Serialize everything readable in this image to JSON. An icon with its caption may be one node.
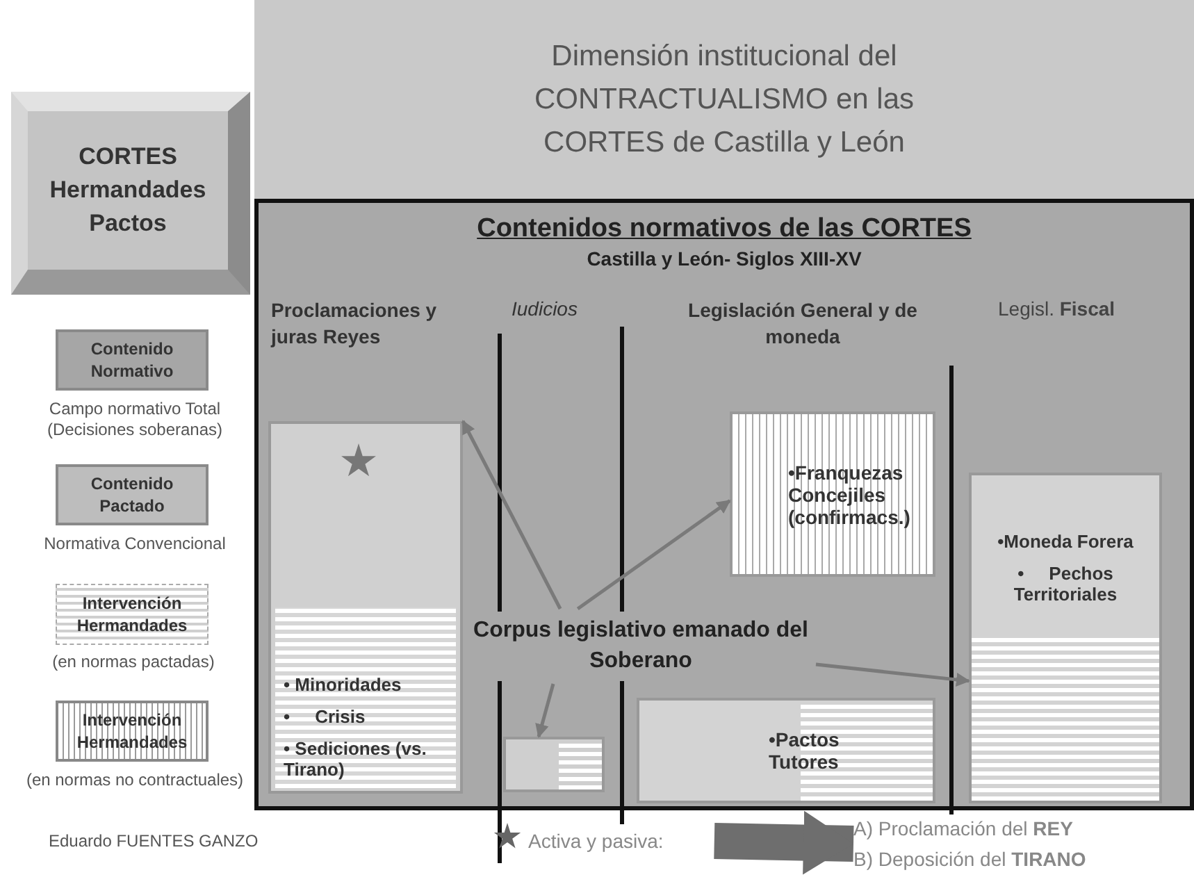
{
  "diagram": {
    "nodes": [
      {
        "text": [
          "Dimensión institucional del CONTRACTUALISMO en las CORTES de Castilla y León"
        ]
      },
      {
        "text": [
          "CORTES Hermandades Pactos"
        ]
      },
      {
        "text": [
          "Contenido Normativo"
        ],
        "beside": [
          "Campo normativo Total (Decisiones soberanas)"
        ]
      },
      {
        "text": [
          "Contenido Pactado"
        ],
        "beside": [
          "Normativa Convencional"
        ]
      },
      {
        "text": [
          "Intervención Hermandades"
        ],
        "beside": [
          "(en normas pactadas)"
        ]
      },
      {
        "text": [
          "Intervención Hermandades"
        ],
        "beside": [
          "(en normas no contractuales)"
        ]
      },
      {
        "text": [
          "Contenidos normativos de las CORTES",
          "Castilla y León- Siglos XIII-XV"
        ]
      },
      {
        "text": [],
        "shape": "box",
        "in": 6
      },
      {
        "text": [
          "• Minoridades",
          "•     Crisis",
          "• Sediciones (vs. Tirano)"
        ],
        "in": 7
      },
      {
        "text": [],
        "shape": "box",
        "in": 6
      },
      {
        "text": [
          "•Franquezas Concejiles (confirmacs.)"
        ],
        "in": 6
      },
      {
        "text": [
          "Corpus legislativo emanado del Soberano"
        ],
        "in": 6
      },
      {
        "text": [
          "•Pactos Tutores"
        ],
        "in": 6
      },
      {
        "text": [
          "•Moneda Forera",
          "•     Pechos Territoriales"
        ],
        "in": 6
      },
      {
        "text": [
          "Activa y pasiva:"
        ]
      },
      {
        "text": [
          "A) Proclamación del **REY**",
          "B) Deposición del **TIRANO**"
        ]
      }
    ],
    "edges": [
      {
        "from": 11,
        "to": 7,
        "arrow": "to"
      },
      {
        "from": 11,
        "to": 10,
        "arrow": "to"
      },
      {
        "from": 11,
        "to": 9,
        "arrow": "to"
      },
      {
        "from": 11,
        "to": 13,
        "arrow": "to"
      },
      {
        "from": 14,
        "to": 15,
        "arrow": "to",
        "style": "thick"
      }
    ],
    "labels": [
      "Proclamaciones y juras **Reyes**",
      "Iudicios",
      "Legislación General y de **moneda**",
      "Legisl. **Fiscal**",
      "Eduardo FUENTES GANZO"
    ]
  }
}
